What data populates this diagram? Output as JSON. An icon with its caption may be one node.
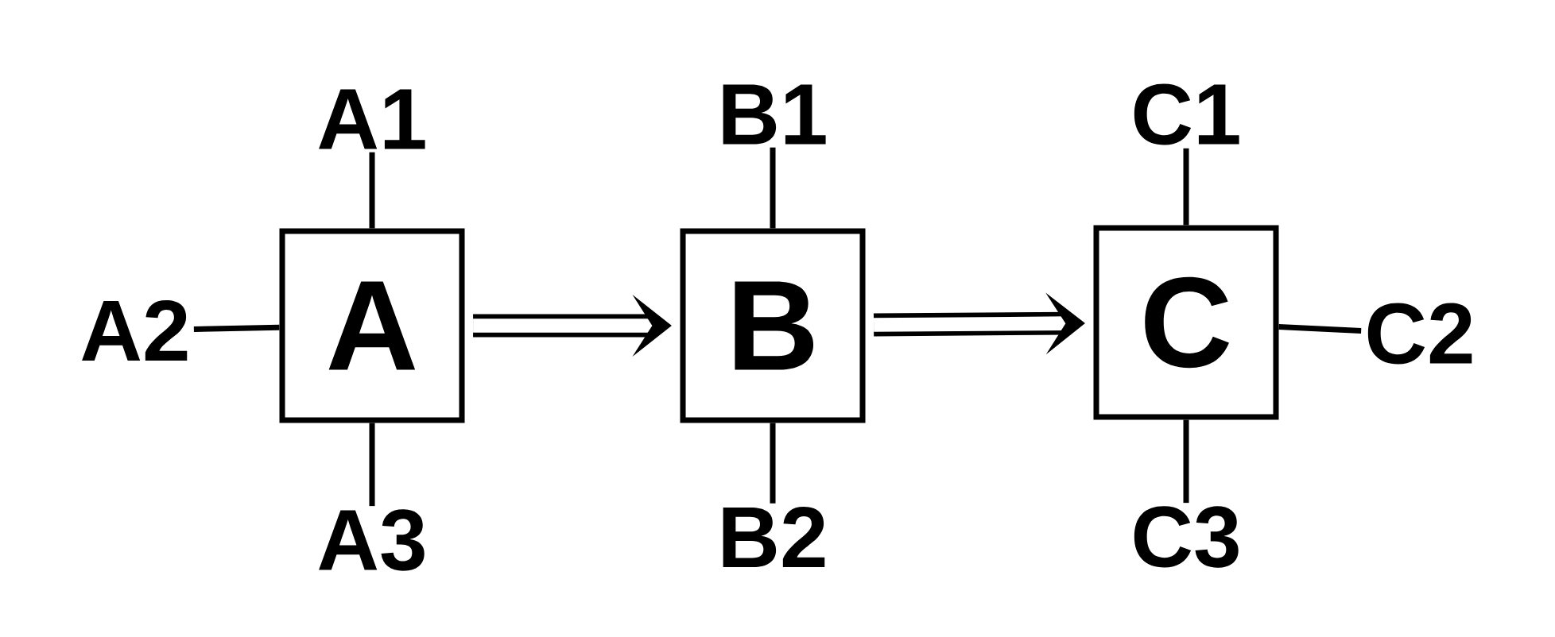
{
  "diagram": {
    "nodes": [
      {
        "text": [
          "A"
        ]
      },
      {
        "text": [
          "B"
        ]
      },
      {
        "text": [
          "C"
        ]
      },
      {
        "text": [
          "A1"
        ]
      },
      {
        "text": [
          "A2"
        ]
      },
      {
        "text": [
          "A3"
        ]
      },
      {
        "text": [
          "B1"
        ]
      },
      {
        "text": [
          "B2"
        ]
      },
      {
        "text": [
          "C1"
        ]
      },
      {
        "text": [
          "C2"
        ]
      },
      {
        "text": [
          "C3"
        ]
      }
    ],
    "edges": [
      {
        "from": 3,
        "to": 0,
        "arrow": "none"
      },
      {
        "from": 4,
        "to": 0,
        "arrow": "none"
      },
      {
        "from": 5,
        "to": 0,
        "arrow": "none"
      },
      {
        "from": 0,
        "to": 1,
        "arrow": "to",
        "style": "thick"
      },
      {
        "from": 6,
        "to": 1,
        "arrow": "none"
      },
      {
        "from": 7,
        "to": 1,
        "arrow": "none"
      },
      {
        "from": 1,
        "to": 2,
        "arrow": "to",
        "style": "thick"
      },
      {
        "from": 8,
        "to": 2,
        "arrow": "none"
      },
      {
        "from": 9,
        "to": 2,
        "arrow": "none"
      },
      {
        "from": 10,
        "to": 2,
        "arrow": "none"
      }
    ]
  }
}
